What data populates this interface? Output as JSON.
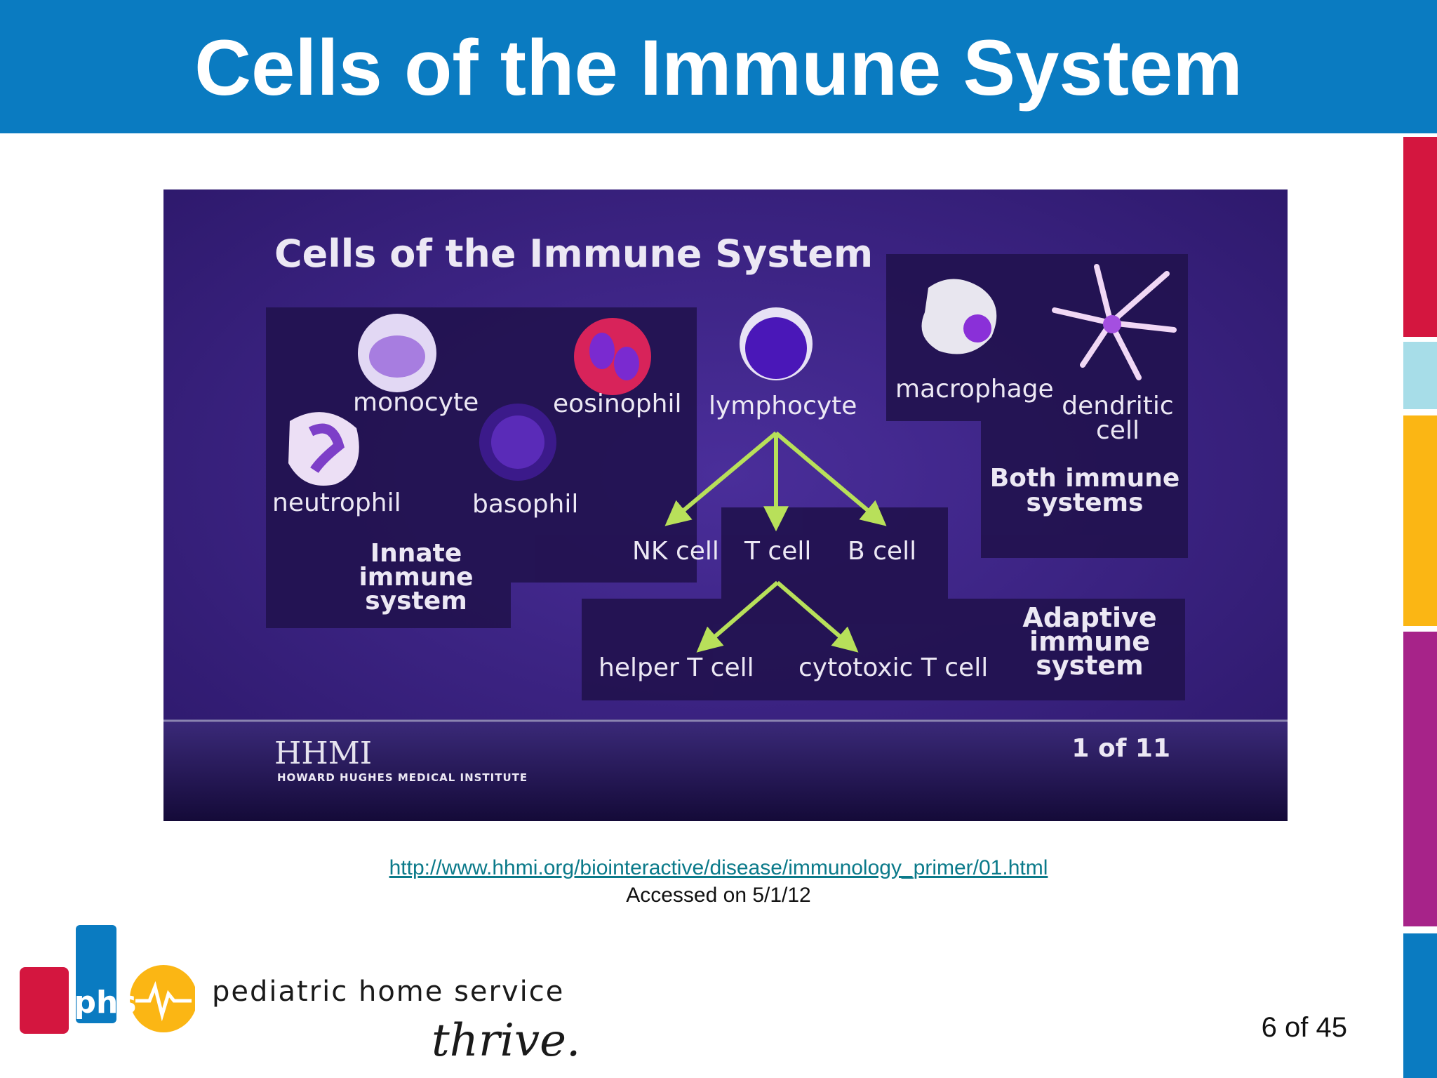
{
  "header": {
    "title": "Cells of the Immune System"
  },
  "colors": {
    "header_bg": "#0a7bc1",
    "side_bars": [
      "#d4163f",
      "#a7dde8",
      "#fbb614",
      "#a72389",
      "#0a7bc1"
    ]
  },
  "embed": {
    "title": "Cells of the Immune System",
    "innate_cells": [
      "monocyte",
      "eosinophil",
      "neutrophil",
      "basophil"
    ],
    "innate_label": [
      "Innate",
      "immune",
      "system"
    ],
    "lymphocyte": "lymphocyte",
    "lymph_children": [
      "NK cell",
      "T cell",
      "B cell"
    ],
    "t_children": [
      "helper T cell",
      "cytotoxic T cell"
    ],
    "both_cells": [
      "macrophage",
      "dendritic",
      "cell"
    ],
    "both_label": [
      "Both immune",
      "systems"
    ],
    "adaptive_label": [
      "Adaptive",
      "immune",
      "system"
    ],
    "brand": "HHMI",
    "brand_full": "HOWARD HUGHES MEDICAL INSTITUTE",
    "counter": "1 of 11"
  },
  "caption": {
    "url": "http://www.hhmi.org/biointeractive/disease/immunology_primer/01.html",
    "accessed": "Accessed on 5/1/12"
  },
  "footer": {
    "logo_text": "phs",
    "company": "pediatric home service",
    "tagline": "thrive.",
    "page": "6 of 45"
  }
}
